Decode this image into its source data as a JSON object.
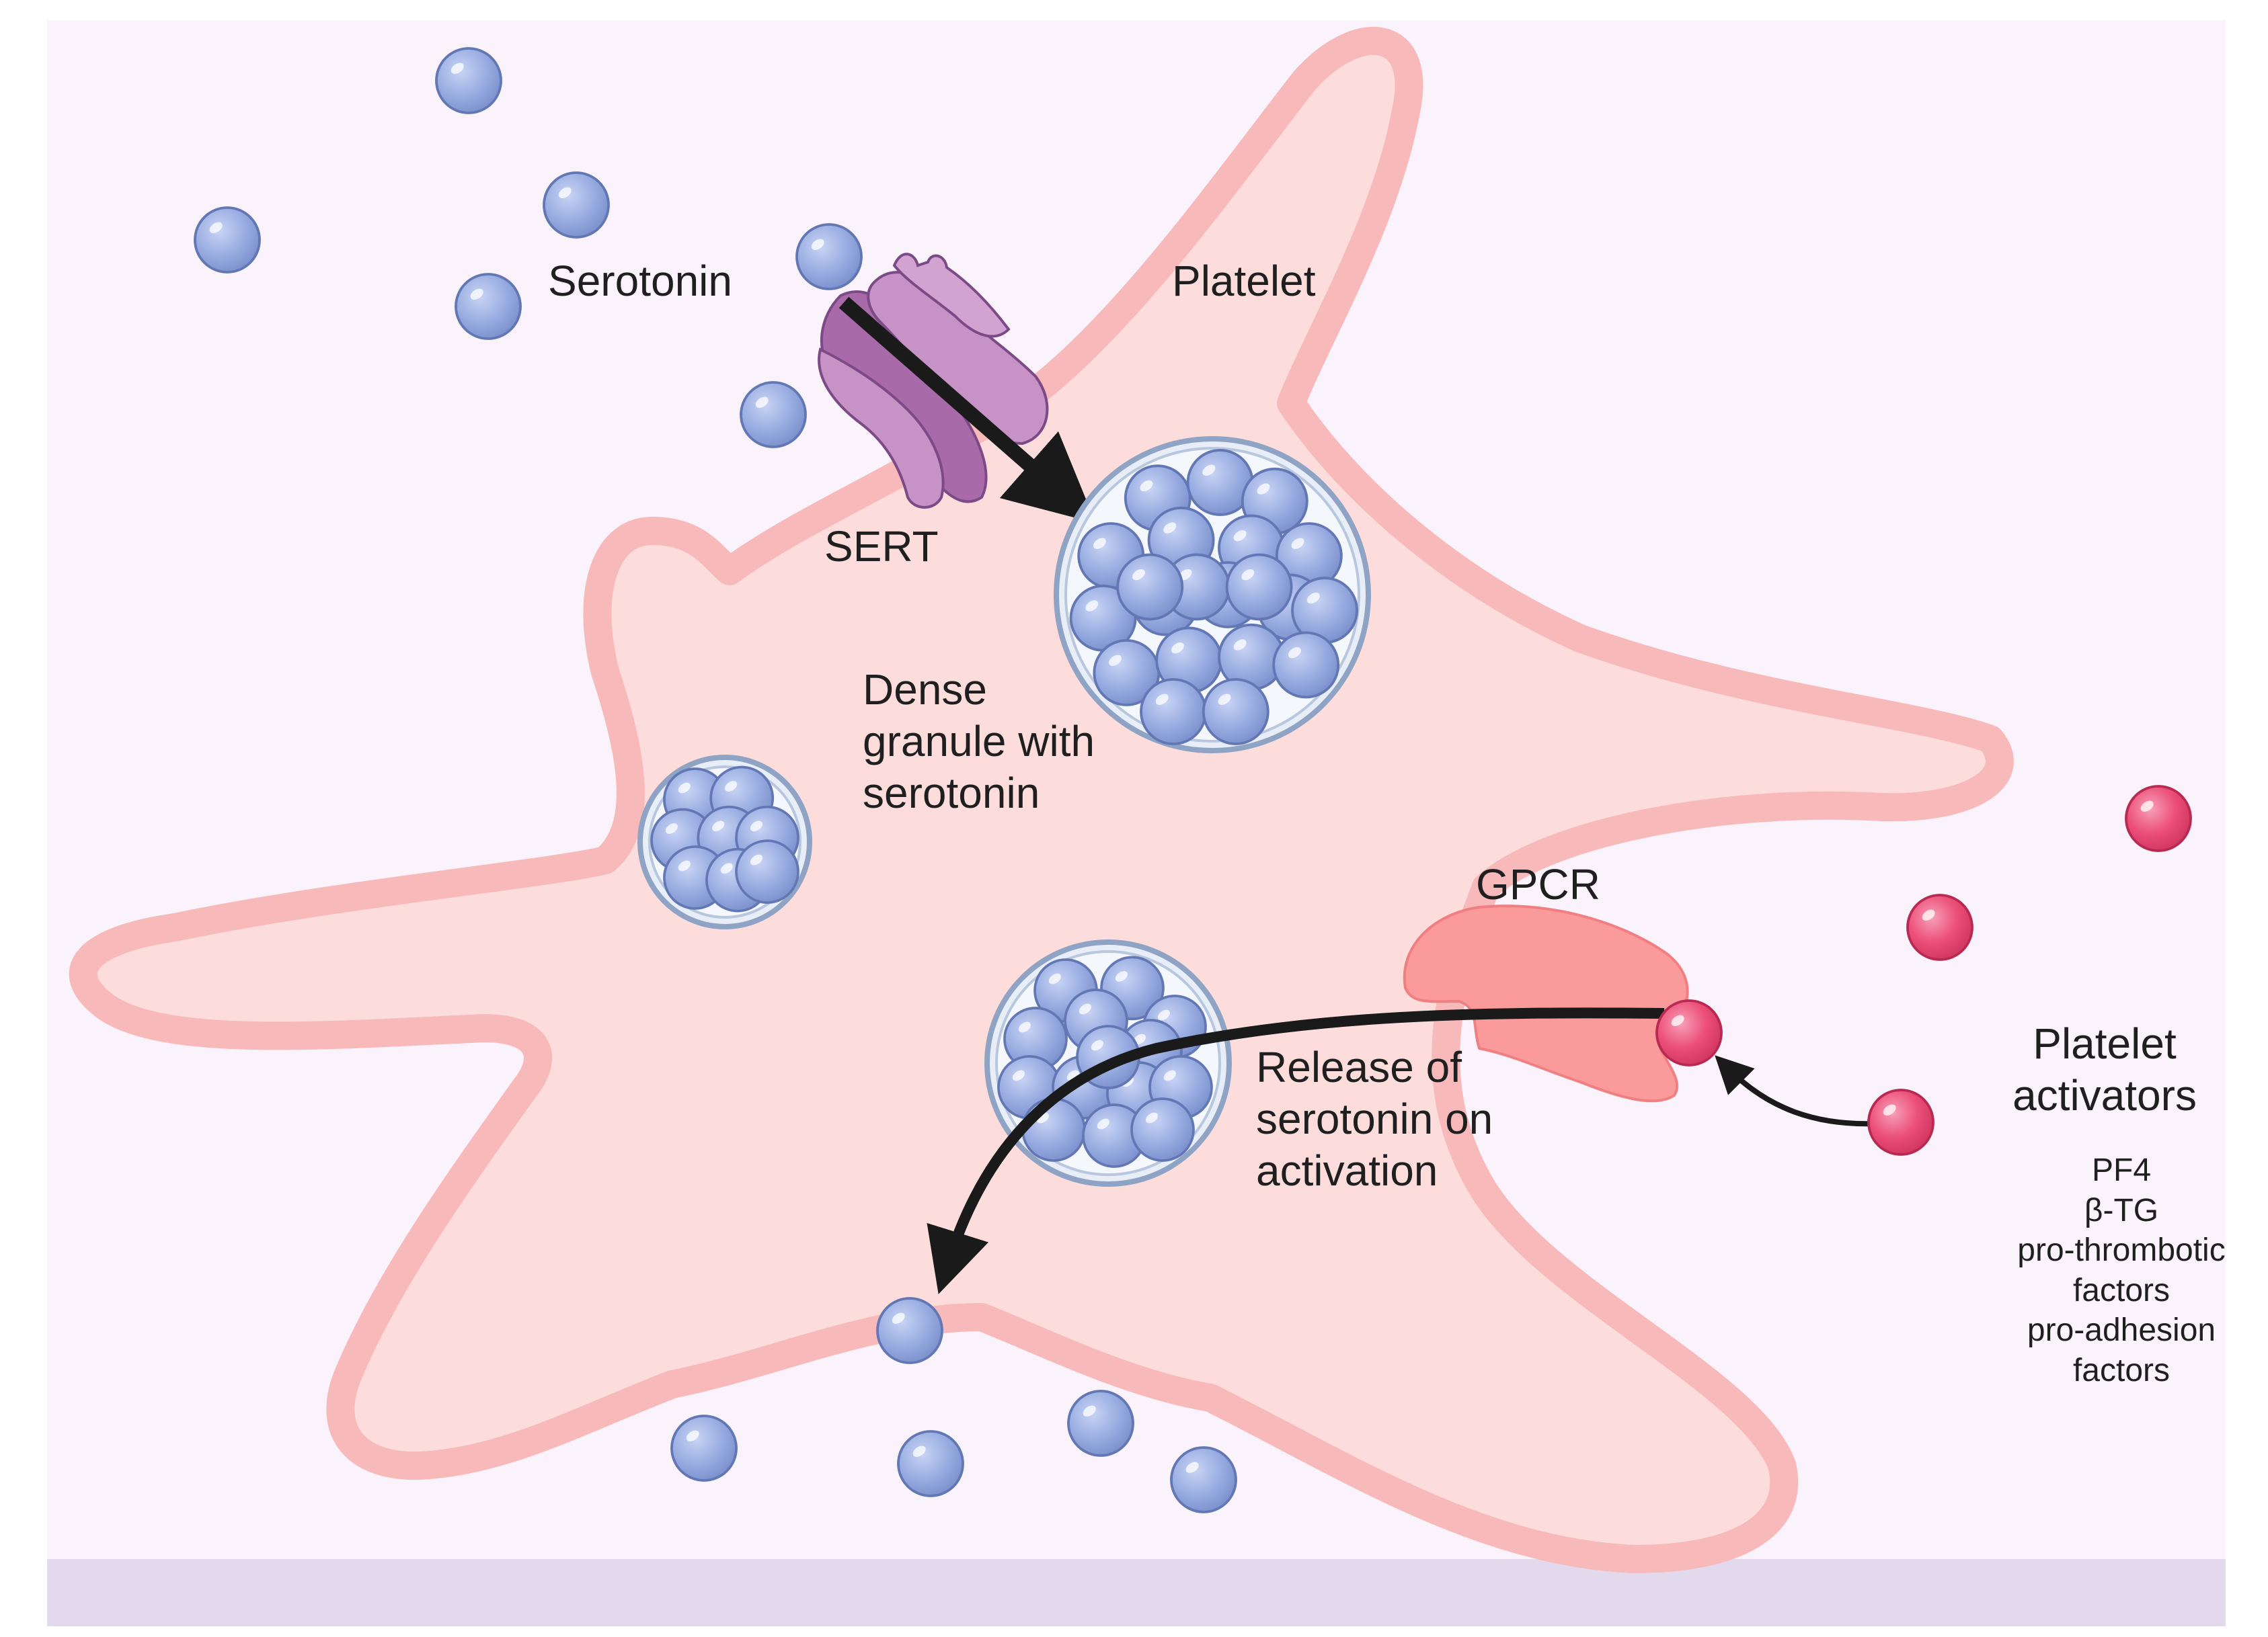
{
  "labels": {
    "serotonin": "Serotonin",
    "platelet": "Platelet",
    "sert": "SERT",
    "dense_granule": [
      "Dense",
      "granule with",
      "serotonin"
    ],
    "gpcr": "GPCR",
    "release": [
      "Release of",
      "serotonin on",
      "activation"
    ],
    "activators_title": [
      "Platelet",
      "activators"
    ],
    "activators_list": [
      "PF4",
      "β-TG",
      "pro-thrombotic",
      "factors",
      "pro-adhesion",
      "factors"
    ]
  },
  "colors": {
    "background": "#fbf3fb",
    "ground": "#e3d9ec",
    "platelet_fill": "#fddcdc",
    "platelet_outline": "#f7b9b9",
    "serotonin": "#9baee0",
    "serotonin_edge": "#6f84bd",
    "activator": "#ec4f78",
    "gpcr": "#fa9a9a",
    "sert": "#c793c6",
    "sert_dark": "#a96aa9",
    "arrow": "#1a1a1a"
  }
}
